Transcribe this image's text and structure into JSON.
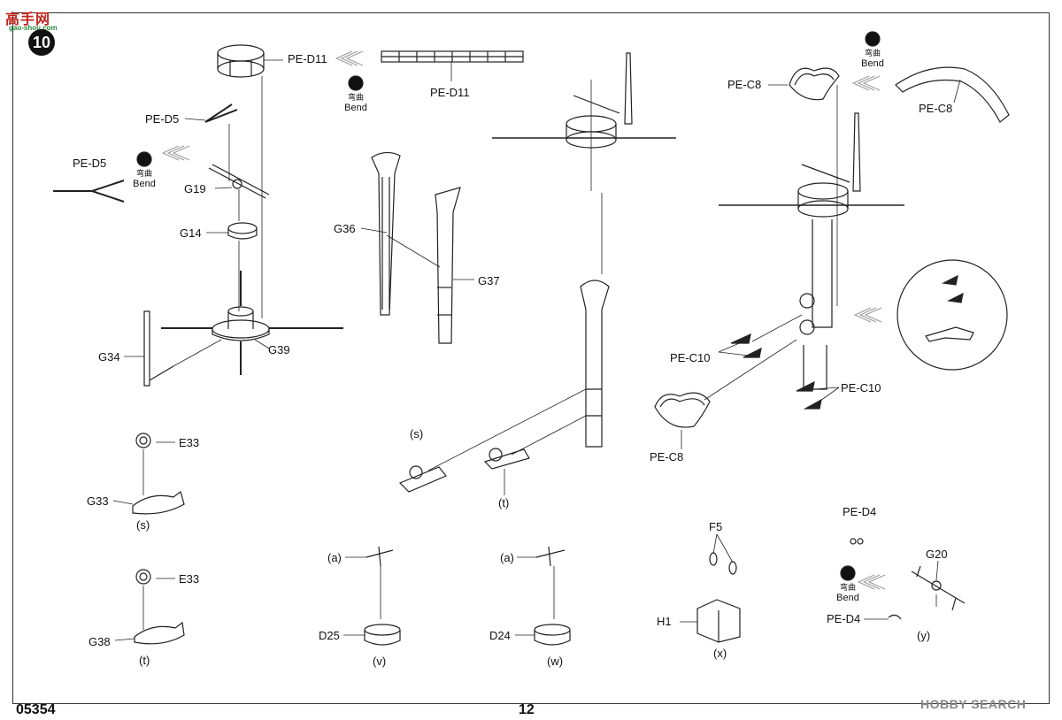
{
  "site_logo": {
    "text": "高手网",
    "sub": "gao-shou.com"
  },
  "step_number": "10",
  "footer": {
    "code": "05354",
    "page": "12"
  },
  "watermark": "HOBBY SEARCH",
  "bend": {
    "cn": "弯曲",
    "en": "Bend"
  },
  "parts": {
    "pe_d11_ring": "PE-D11",
    "pe_d11_strip": "PE-D11",
    "pe_d5_top": "PE-D5",
    "pe_d5_left": "PE-D5",
    "g19": "G19",
    "g14": "G14",
    "g34": "G34",
    "g39": "G39",
    "g36": "G36",
    "g37": "G37",
    "pe_c8_top": "PE-C8",
    "pe_c8_strip": "PE-C8",
    "pe_c10_left": "PE-C10",
    "pe_c10_right": "PE-C10",
    "pe_c8_bottom": "PE-C8",
    "e33_a": "E33",
    "g33": "G33",
    "e33_b": "E33",
    "g38": "G38",
    "d25": "D25",
    "d24": "D24",
    "f5": "F5",
    "h1": "H1",
    "pe_d4_top": "PE-D4",
    "pe_d4_bottom": "PE-D4",
    "g20": "G20"
  },
  "sub_labels": {
    "s1": "(s)",
    "t1": "(t)",
    "s2": "(s)",
    "t2": "(t)",
    "a1": "(a)",
    "a2": "(a)",
    "v": "(v)",
    "w": "(w)",
    "x": "(x)",
    "y": "(y)"
  }
}
